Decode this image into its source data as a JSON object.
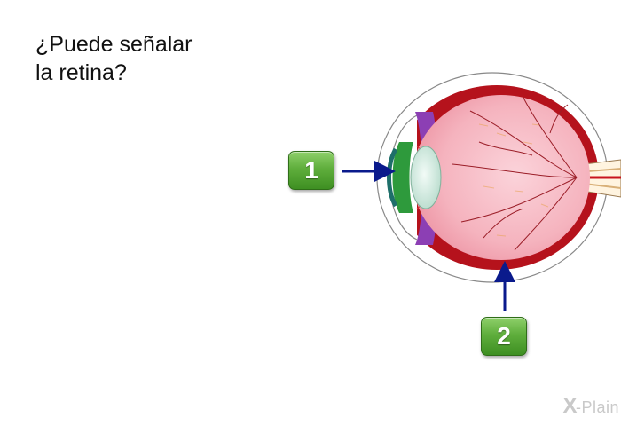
{
  "question": {
    "line1": "¿Puede señalar",
    "line2": "la retina?"
  },
  "answers": [
    {
      "label": "1"
    },
    {
      "label": "2"
    }
  ],
  "brand": {
    "mark": "X",
    "text": "-Plain"
  },
  "colors": {
    "button_green": "#5fae3c",
    "arrow_navy": "#0a1a8c",
    "retina_pink": "#f6b9c3",
    "sclera_red": "#c8141e",
    "iris_green": "#2e9a3c",
    "ciliary_purple": "#8c3fb4"
  }
}
